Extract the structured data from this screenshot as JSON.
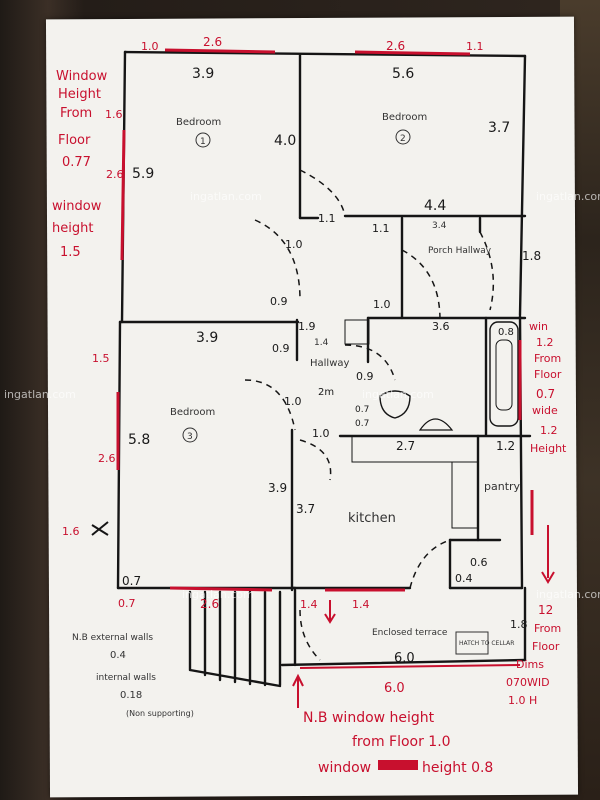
{
  "watermarks": [
    "ingatlan.com",
    "ingatlan.com",
    "ingatlan.com",
    "ingatlan.com",
    "ingatlan.com",
    "ingatlan.com"
  ],
  "rooms": {
    "bedroom1": {
      "label": "Bedroom",
      "num": "1"
    },
    "bedroom2": {
      "label": "Bedroom",
      "num": "2"
    },
    "bedroom3": {
      "label": "Bedroom",
      "num": "3"
    },
    "porch": {
      "label": "Porch\nHallway"
    },
    "hallway": {
      "label": "Hallway"
    },
    "kitchen": {
      "label": "kitchen"
    },
    "pantry": {
      "label": "pantry"
    },
    "terrace": {
      "label": "Enclosed terrace"
    },
    "hatch": {
      "label": "HATCH TO CELLAR"
    }
  },
  "dims_black": {
    "b1_top": "3.9",
    "b2_top": "5.6",
    "b1_right": "4.0",
    "b2_right": "3.7",
    "b1_left": "5.9",
    "porch_top": "4.4",
    "porch_small": "3.4",
    "d_1_0": "1.0",
    "d_0_9a": "0.9",
    "d_1_1a": "1.1",
    "d_1_1b": "1.1",
    "d_1_0b": "1.0",
    "b3_top": "3.9",
    "b3_left": "5.8",
    "d_0_9b": "0.9",
    "d_1_9": "1.9",
    "d_3_6": "3.6",
    "d_0_8": "0.8",
    "d_1_4arrow": "1.4",
    "d_0_9c": "0.9",
    "d_2m": "2m",
    "d_1_0c": "1.0",
    "d_0_7a": "0.7",
    "d_0_7b": "0.7",
    "d_1_0d": "1.0",
    "d_2_7": "2.7",
    "d_1_2": "1.2",
    "d_3_9": "3.9",
    "d_3_7": "3.7",
    "d_0_7c": "0.7",
    "d_0_6": "0.6",
    "d_0_4": "0.4",
    "d_1_8": "1.8",
    "d_0_7d": "0.7"
  },
  "dims_red": {
    "top_1_0": "1.0",
    "top_2_6a": "2.6",
    "top_2_6b": "2.6",
    "top_1_1": "1.1",
    "win_note_1": "Window",
    "win_note_2": "Height",
    "win_note_3": "From",
    "win_note_4": "Floor",
    "win_note_5": "0.77",
    "win_note_6": "window",
    "win_note_7": "height",
    "win_note_8": "1.5",
    "left_1_6": "1.6",
    "left_2_6": "2.6",
    "left_1_5": "1.5",
    "left_2_6b": "2.6",
    "left_1_6b": "1.6",
    "bot_0_7": "0.7",
    "bot_2_6": "2.6",
    "bot_1_4a": "1.4",
    "bot_1_4b": "1.4",
    "bot_6_0": "6.0",
    "r_win": "win",
    "r_1_2": "1.2",
    "r_from": "From",
    "r_floor": "Floor",
    "r_0_7": "0.7",
    "r_wide": "wide",
    "r_1_2b": "1.2",
    "r_height": "Height",
    "r_12": "12",
    "r_from2": "From",
    "r_floor2": "Floor",
    "r_dims": "Dims",
    "r_dims2": "070WID",
    "r_dims3": "1.0 H",
    "nb_1": "N.B  window height",
    "nb_2": "from Floor 1.0",
    "nb_3": "window",
    "nb_4": "height 0.8"
  },
  "notes_pencil": {
    "n1": "N.B external walls",
    "n2": "0.4",
    "n3": "internal walls",
    "n4": "0.18",
    "n5": "(Non supporting)"
  },
  "terrace_6_0": "6.0"
}
